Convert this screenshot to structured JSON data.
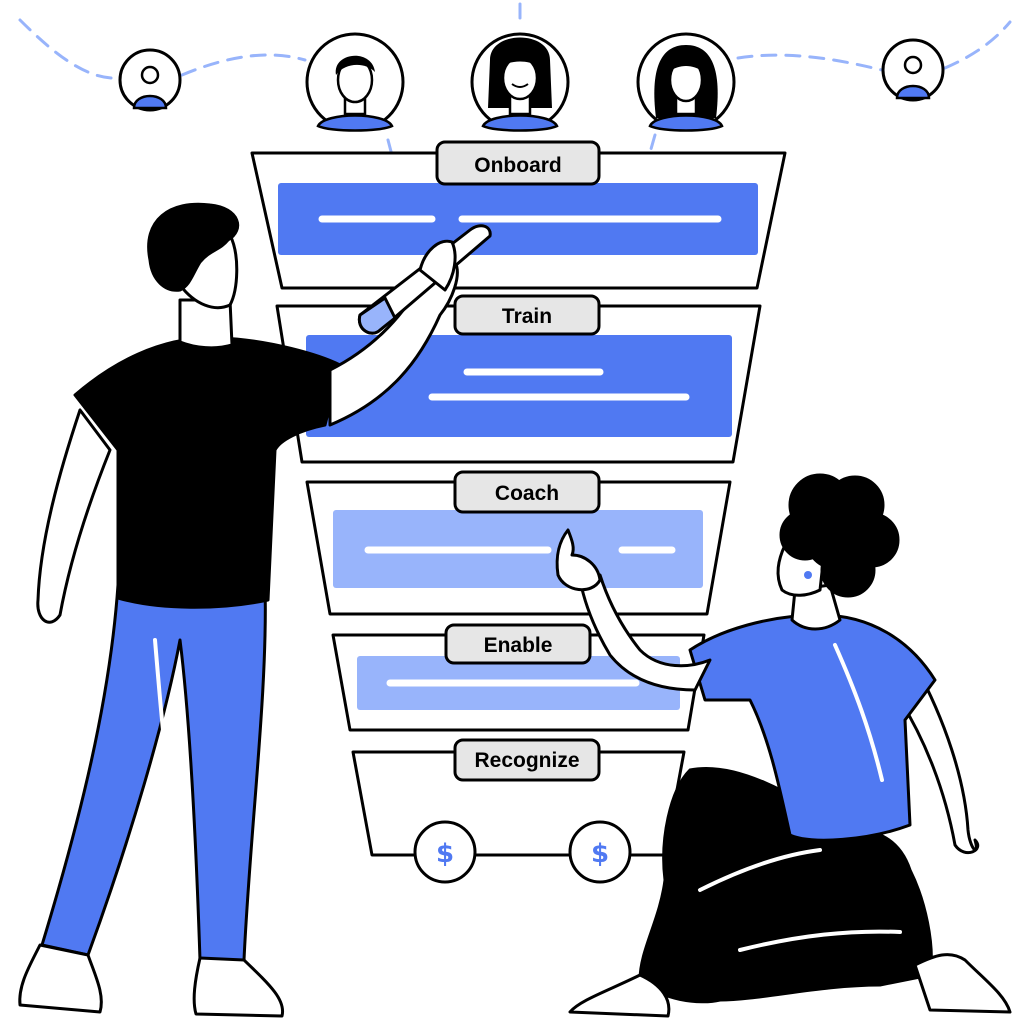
{
  "funnel": {
    "stages": [
      {
        "label": "Onboard"
      },
      {
        "label": "Train"
      },
      {
        "label": "Coach"
      },
      {
        "label": "Enable"
      },
      {
        "label": "Recognize"
      }
    ]
  },
  "rewards": {
    "symbol": "$"
  },
  "people_row": {
    "avatars": [
      "generic-user-icon",
      "man-portrait",
      "woman-portrait",
      "woman-long-hair-portrait",
      "generic-user-icon"
    ]
  },
  "colors": {
    "accent": "#5079F2",
    "accent_light": "#98B4FB",
    "label_fill": "#E6E6E6",
    "outline": "#000000",
    "dashed_line": "#98B4FB"
  }
}
